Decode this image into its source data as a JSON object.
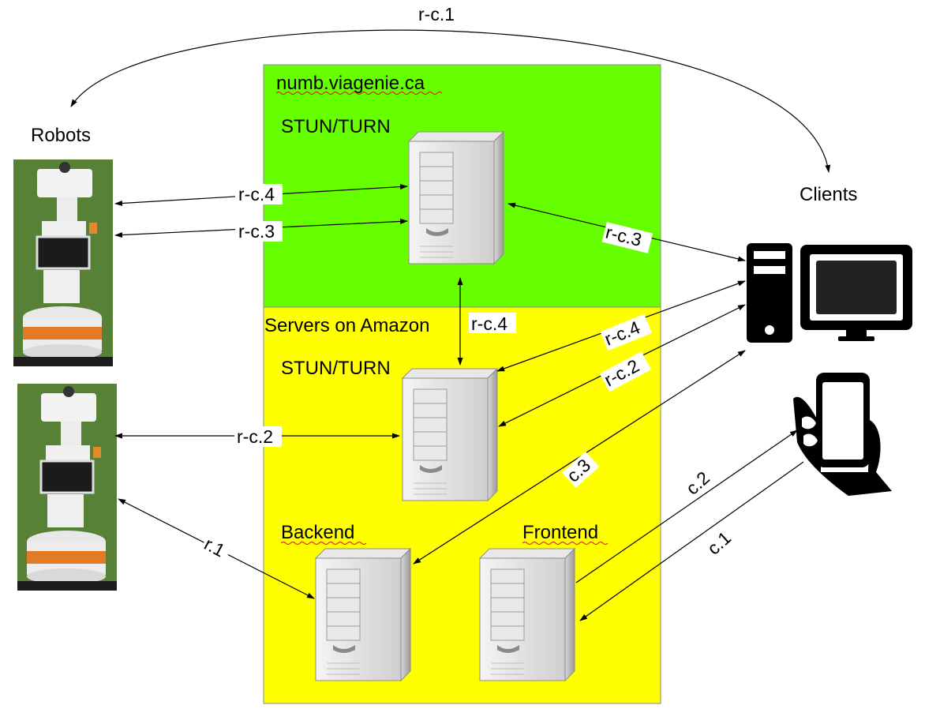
{
  "groups": {
    "top": {
      "title": "numb.viagenie.ca",
      "subtitle": "STUN/TURN",
      "color": "#66ff00"
    },
    "bottom": {
      "title": "Servers on Amazon",
      "subtitle": "STUN/TURN",
      "color": "#ffff00"
    }
  },
  "nodes": {
    "robots_label": "Robots",
    "clients_label": "Clients",
    "backend_label": "Backend",
    "frontend_label": "Frontend"
  },
  "edges": {
    "rc1": "r-c.1",
    "rc4_top": "r-c.4",
    "rc3_top": "r-c.3",
    "rc3_right": "r-c.3",
    "rc4_mid": "r-c.4",
    "rc4_right": "r-c.4",
    "rc2_right": "r-c.2",
    "rc2_left": "r-c.2",
    "c3": "c.3",
    "c2": "c.2",
    "c1": "c.1",
    "r1": "r.1"
  },
  "icons": [
    "robot-icon",
    "server-icon",
    "desktop-computer-icon",
    "smartphone-icon"
  ]
}
